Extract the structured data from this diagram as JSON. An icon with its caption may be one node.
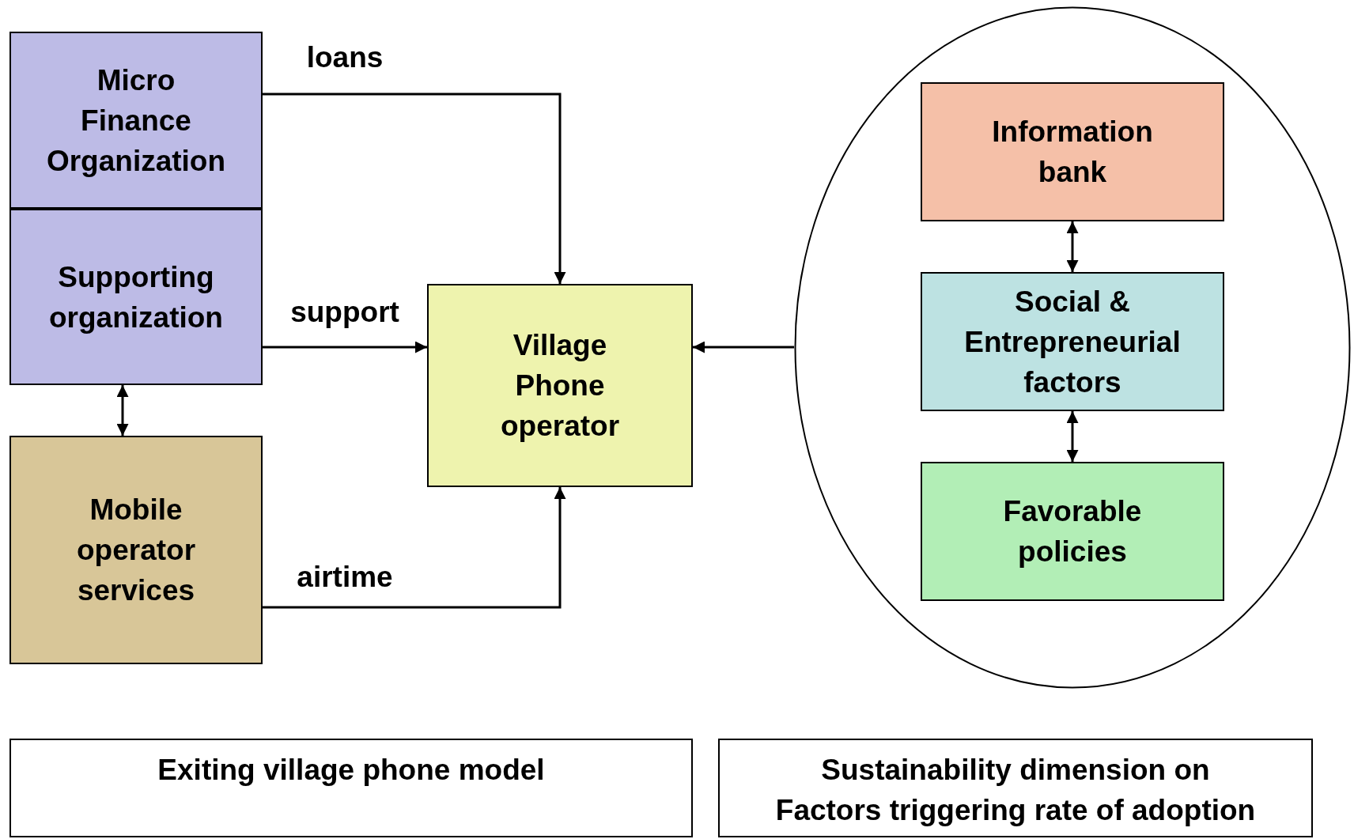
{
  "diagram": {
    "nodes": [
      {
        "text": [
          "Micro Finance Organization"
        ]
      },
      {
        "text": [
          "Supporting organization"
        ]
      },
      {
        "text": [
          "Mobile operator services"
        ]
      },
      {
        "text": [
          "Village Phone operator"
        ]
      },
      {
        "text": [],
        "shape": "ellipse"
      },
      {
        "text": [
          "Information bank"
        ],
        "in": 4
      },
      {
        "text": [
          "Social & Entrepreneurial factors"
        ],
        "in": 4
      },
      {
        "text": [
          "Favorable policies"
        ],
        "in": 4
      },
      {
        "text": [
          "Exiting village phone model"
        ]
      },
      {
        "text": [
          "Sustainability dimension on Factors triggering rate of adoption"
        ]
      }
    ],
    "edges": [
      {
        "from": 0,
        "to": 3,
        "arrow": "to",
        "label": "loans"
      },
      {
        "from": 1,
        "to": 3,
        "arrow": "to",
        "label": "support"
      },
      {
        "from": 2,
        "to": 3,
        "arrow": "to",
        "label": "airtime"
      },
      {
        "from": 4,
        "to": 3,
        "arrow": "to"
      },
      {
        "from": 1,
        "to": 2,
        "arrow": "both"
      },
      {
        "from": 5,
        "to": 6,
        "arrow": "both"
      },
      {
        "from": 6,
        "to": 7,
        "arrow": "both"
      }
    ]
  }
}
